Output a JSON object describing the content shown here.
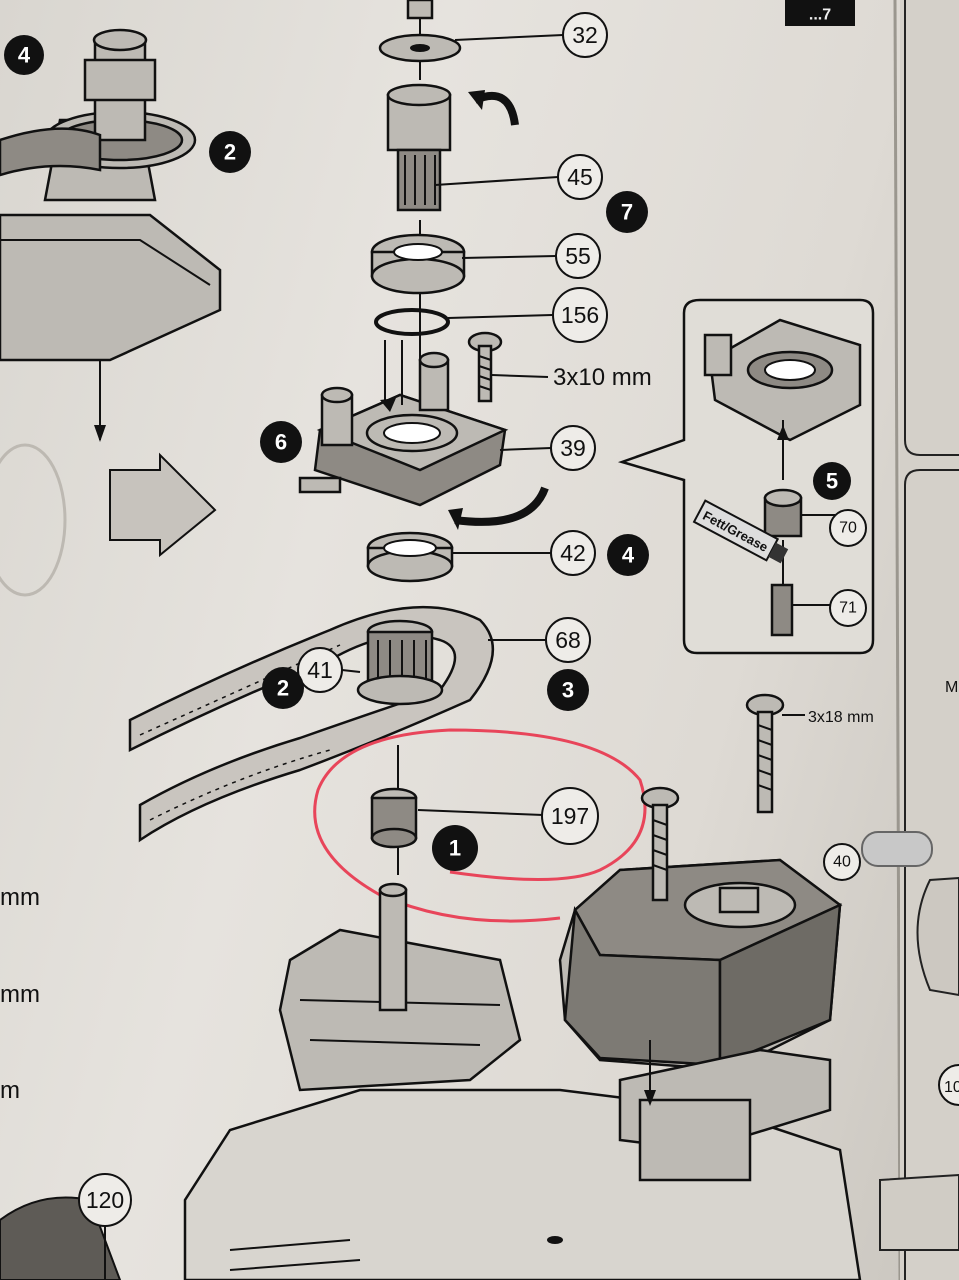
{
  "callouts": {
    "c32": "32",
    "c45": "45",
    "c55": "55",
    "c156": "156",
    "c39": "39",
    "c42": "42",
    "c68": "68",
    "c41": "41",
    "c197": "197",
    "c70": "70",
    "c71": "71",
    "c40": "40",
    "c120": "120"
  },
  "steps": {
    "s1": "1",
    "s2a": "2",
    "s2b": "2",
    "s3": "3",
    "s4a": "4",
    "s4b": "4",
    "s5": "5",
    "s6": "6",
    "s7": "7"
  },
  "screws": {
    "top": "3x10 mm",
    "right": "3x18 mm"
  },
  "grease_label": "Fett/Grease",
  "left_edge": [
    "mm",
    "mm",
    "m"
  ],
  "corner_fragment": "...7",
  "right_edge_fragments": [
    "M",
    "10"
  ],
  "colors": {
    "ink": "#111111",
    "paper": "#e2dfda",
    "highlight": "#e8455a"
  }
}
